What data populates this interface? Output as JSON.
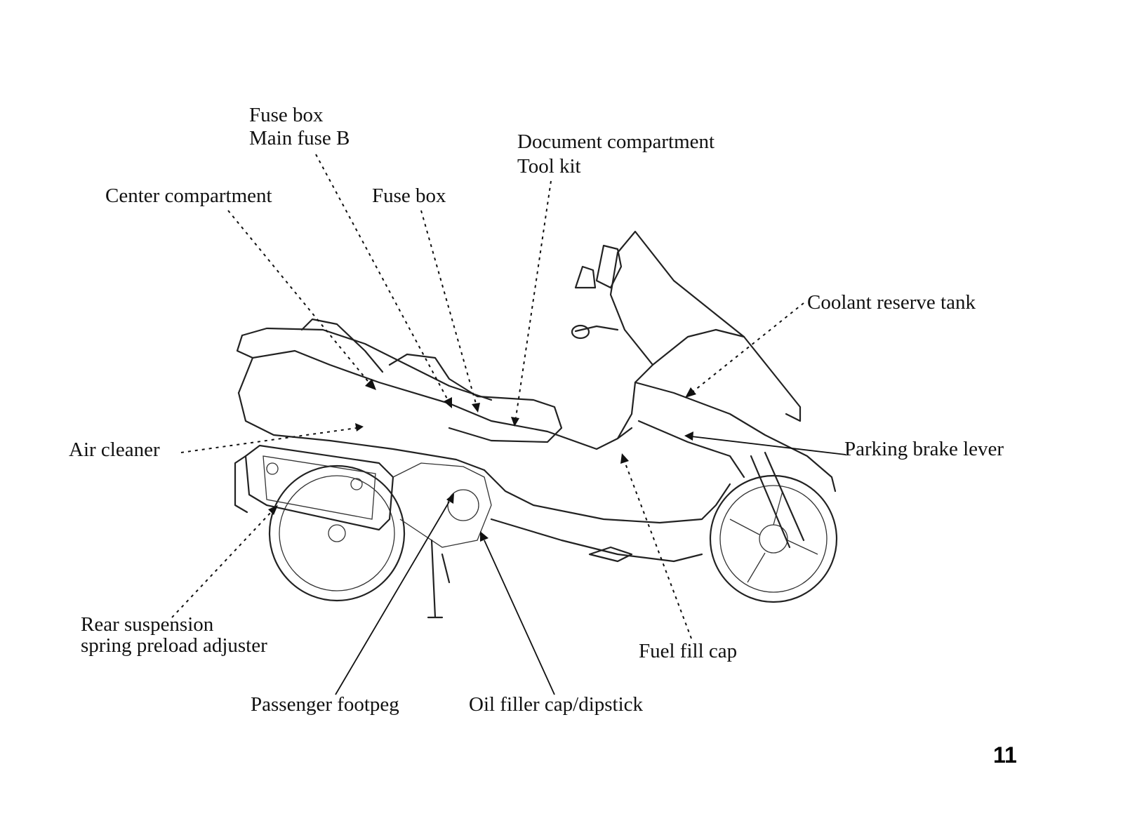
{
  "labels": {
    "fuse_box_main": "Fuse box",
    "main_fuse_b": "Main fuse B",
    "document_compartment": "Document compartment",
    "tool_kit": "Tool kit",
    "center_compartment": "Center compartment",
    "fuse_box": "Fuse box",
    "coolant_reserve_tank": "Coolant reserve tank",
    "air_cleaner": "Air cleaner",
    "parking_brake_lever": "Parking brake lever",
    "rear_suspension_line1": "Rear suspension",
    "rear_suspension_line2": "spring preload adjuster",
    "fuel_fill_cap": "Fuel fill cap",
    "passenger_footpeg": "Passenger footpeg",
    "oil_filler_cap": "Oil filler cap/dipstick"
  },
  "page_number": "11"
}
